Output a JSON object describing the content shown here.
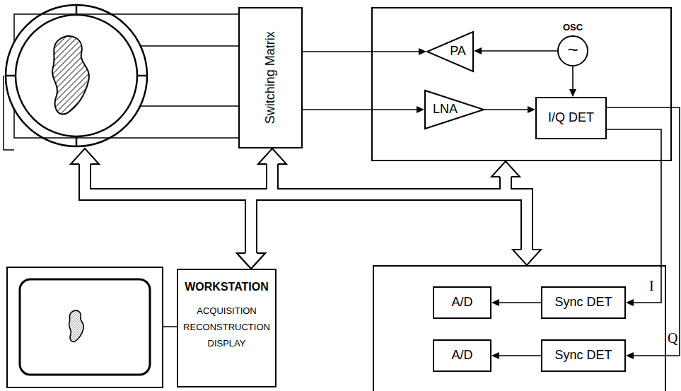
{
  "diagram": {
    "nodes": [
      {
        "text": [
          "Switching Matrix"
        ]
      },
      {
        "text": []
      },
      {
        "text": [
          "PA"
        ],
        "in": 1
      },
      {
        "text": [
          "OSC",
          "~"
        ],
        "in": 1
      },
      {
        "text": [
          "LNA"
        ],
        "in": 1
      },
      {
        "text": [
          "I/Q DET"
        ],
        "in": 1
      },
      {
        "text": [
          "WORKSTATION",
          "ACQUISITION RECONSTRUCTION DISPLAY"
        ]
      },
      {
        "text": []
      },
      {
        "text": [
          "A/D"
        ],
        "in": 7
      },
      {
        "text": [
          "Sync DET"
        ],
        "in": 7
      },
      {
        "text": [
          "A/D"
        ],
        "in": 7
      },
      {
        "text": [
          "Sync DET"
        ],
        "in": 7
      }
    ],
    "edges": [
      {
        "from": 0,
        "to": 2,
        "arrow": "to"
      },
      {
        "from": 0,
        "to": 4,
        "arrow": "to"
      },
      {
        "from": 3,
        "to": 2,
        "arrow": "to"
      },
      {
        "from": 3,
        "to": 5,
        "arrow": "to"
      },
      {
        "from": 4,
        "to": 5,
        "arrow": "to"
      },
      {
        "from": 5,
        "to": 9,
        "label": "I",
        "arrow": "to"
      },
      {
        "from": 5,
        "to": 11,
        "label": "Q",
        "arrow": "to"
      },
      {
        "from": 9,
        "to": 8,
        "arrow": "to"
      },
      {
        "from": 11,
        "to": 10,
        "arrow": "to"
      },
      {
        "from": 6,
        "to": 0,
        "arrow": "both"
      },
      {
        "from": 6,
        "to": 1,
        "arrow": "both"
      },
      {
        "from": 6,
        "to": 7,
        "arrow": "both"
      }
    ]
  }
}
